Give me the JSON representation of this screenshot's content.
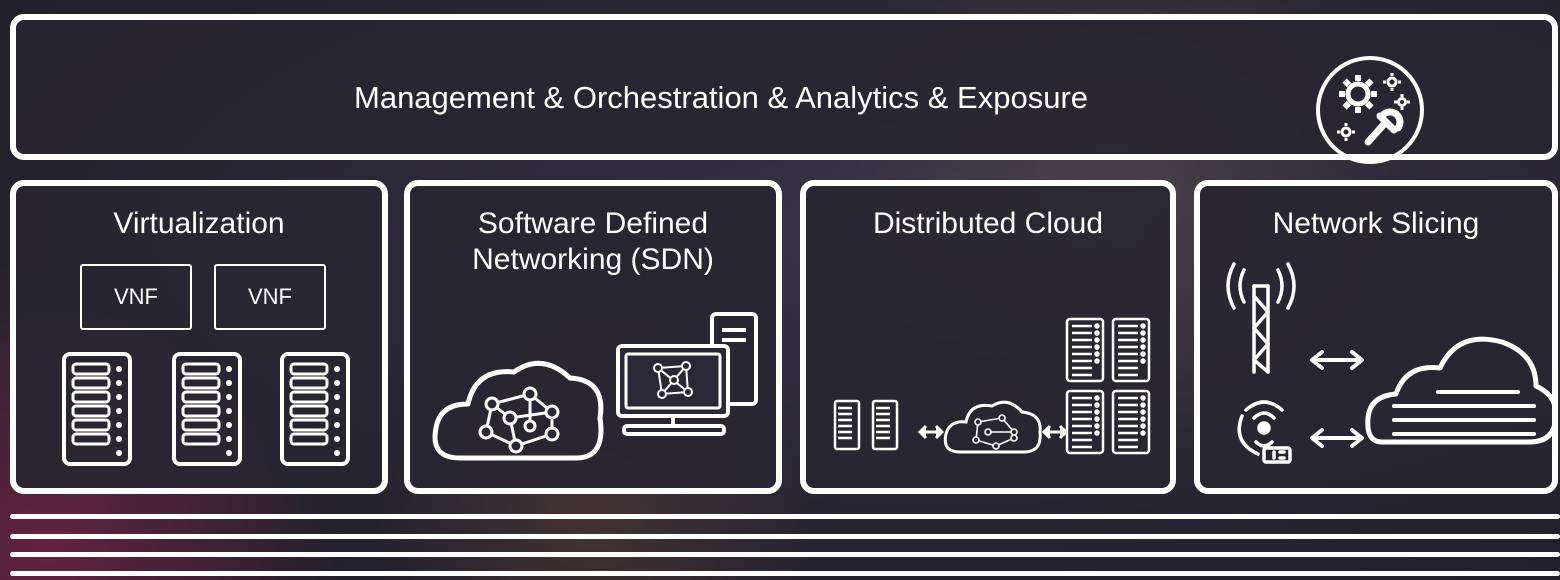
{
  "top": {
    "title": "Management & Orchestration & Analytics & Exposure",
    "icon": "gears-wrench-icon"
  },
  "panels": [
    {
      "title": "Virtualization",
      "items": [
        "VNF",
        "VNF"
      ]
    },
    {
      "title": "Software Defined Networking (SDN)"
    },
    {
      "title": "Distributed Cloud"
    },
    {
      "title": "Network Slicing"
    }
  ],
  "colors": {
    "line": "#ffffff",
    "panel_bg": "#2a2736"
  }
}
